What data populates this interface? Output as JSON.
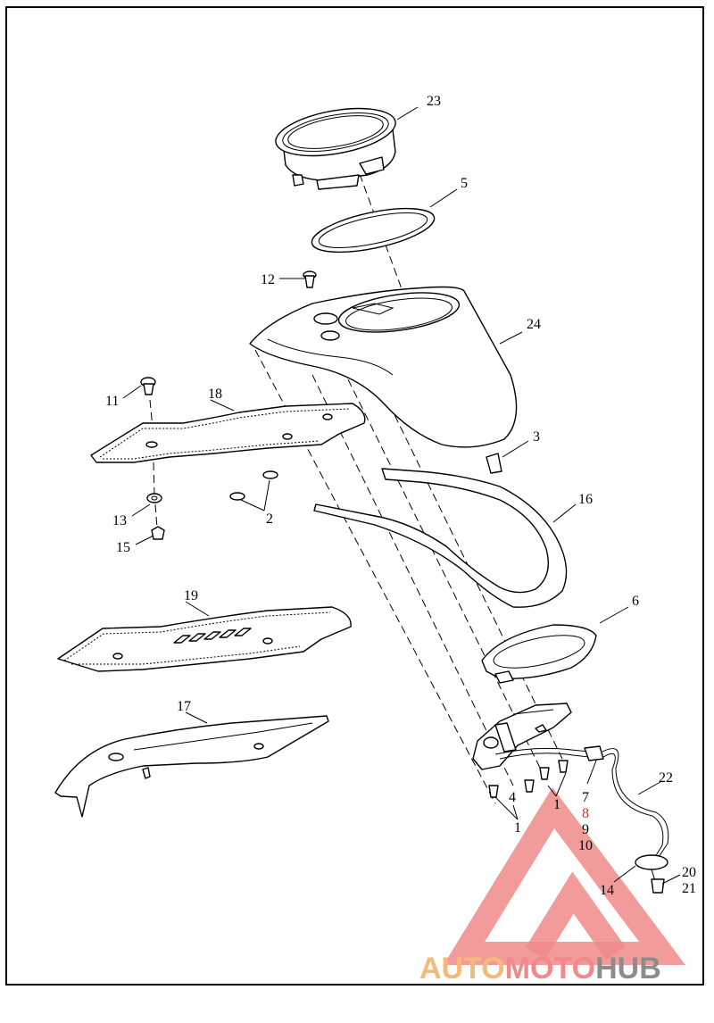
{
  "diagram": {
    "callouts": [
      {
        "id": "c23",
        "label": "23"
      },
      {
        "id": "c5",
        "label": "5"
      },
      {
        "id": "c12",
        "label": "12"
      },
      {
        "id": "c24",
        "label": "24"
      },
      {
        "id": "c11",
        "label": "11"
      },
      {
        "id": "c18",
        "label": "18"
      },
      {
        "id": "c3",
        "label": "3"
      },
      {
        "id": "c16",
        "label": "16"
      },
      {
        "id": "c13",
        "label": "13"
      },
      {
        "id": "c2",
        "label": "2"
      },
      {
        "id": "c15",
        "label": "15"
      },
      {
        "id": "c19",
        "label": "19"
      },
      {
        "id": "c6",
        "label": "6"
      },
      {
        "id": "c17",
        "label": "17"
      },
      {
        "id": "c22",
        "label": "22"
      },
      {
        "id": "c4",
        "label": "4"
      },
      {
        "id": "c1a",
        "label": "1"
      },
      {
        "id": "c1b",
        "label": "1"
      },
      {
        "id": "c7",
        "label": "7"
      },
      {
        "id": "c8",
        "label": "8"
      },
      {
        "id": "c9",
        "label": "9"
      },
      {
        "id": "c10",
        "label": "10"
      },
      {
        "id": "c14",
        "label": "14"
      },
      {
        "id": "c20",
        "label": "20"
      },
      {
        "id": "c21",
        "label": "21"
      }
    ]
  },
  "watermark": {
    "part1": "AUTO",
    "part2": "MOTO",
    "part3": "HUB",
    "colors": {
      "auto": "#f5b97a",
      "moto": "#f08a8a",
      "hub": "#8c8c8c",
      "triangle": "#f08a8a"
    }
  }
}
